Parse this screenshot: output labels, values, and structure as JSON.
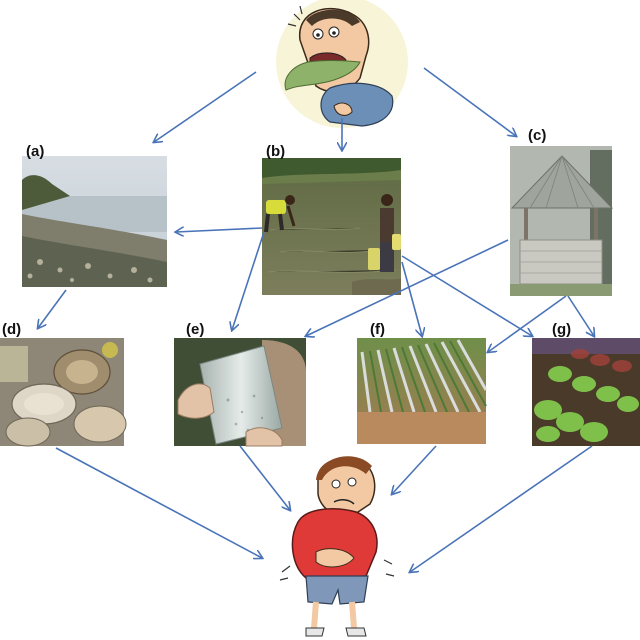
{
  "panels": [
    {
      "id": "a",
      "label": "(a)",
      "subject": "sea-shore"
    },
    {
      "id": "b",
      "label": "(b)",
      "subject": "river-water-collection"
    },
    {
      "id": "c",
      "label": "(c)",
      "subject": "water-well"
    },
    {
      "id": "d",
      "label": "(d)",
      "subject": "oysters"
    },
    {
      "id": "e",
      "label": "(e)",
      "subject": "drinking-water-glass"
    },
    {
      "id": "f",
      "label": "(f)",
      "subject": "irrigated-crop-field"
    },
    {
      "id": "g",
      "label": "(g)",
      "subject": "lettuce-crops"
    }
  ],
  "colors": {
    "arrow": "#4a74b8",
    "label": "#111111",
    "background": "#ffffff"
  }
}
